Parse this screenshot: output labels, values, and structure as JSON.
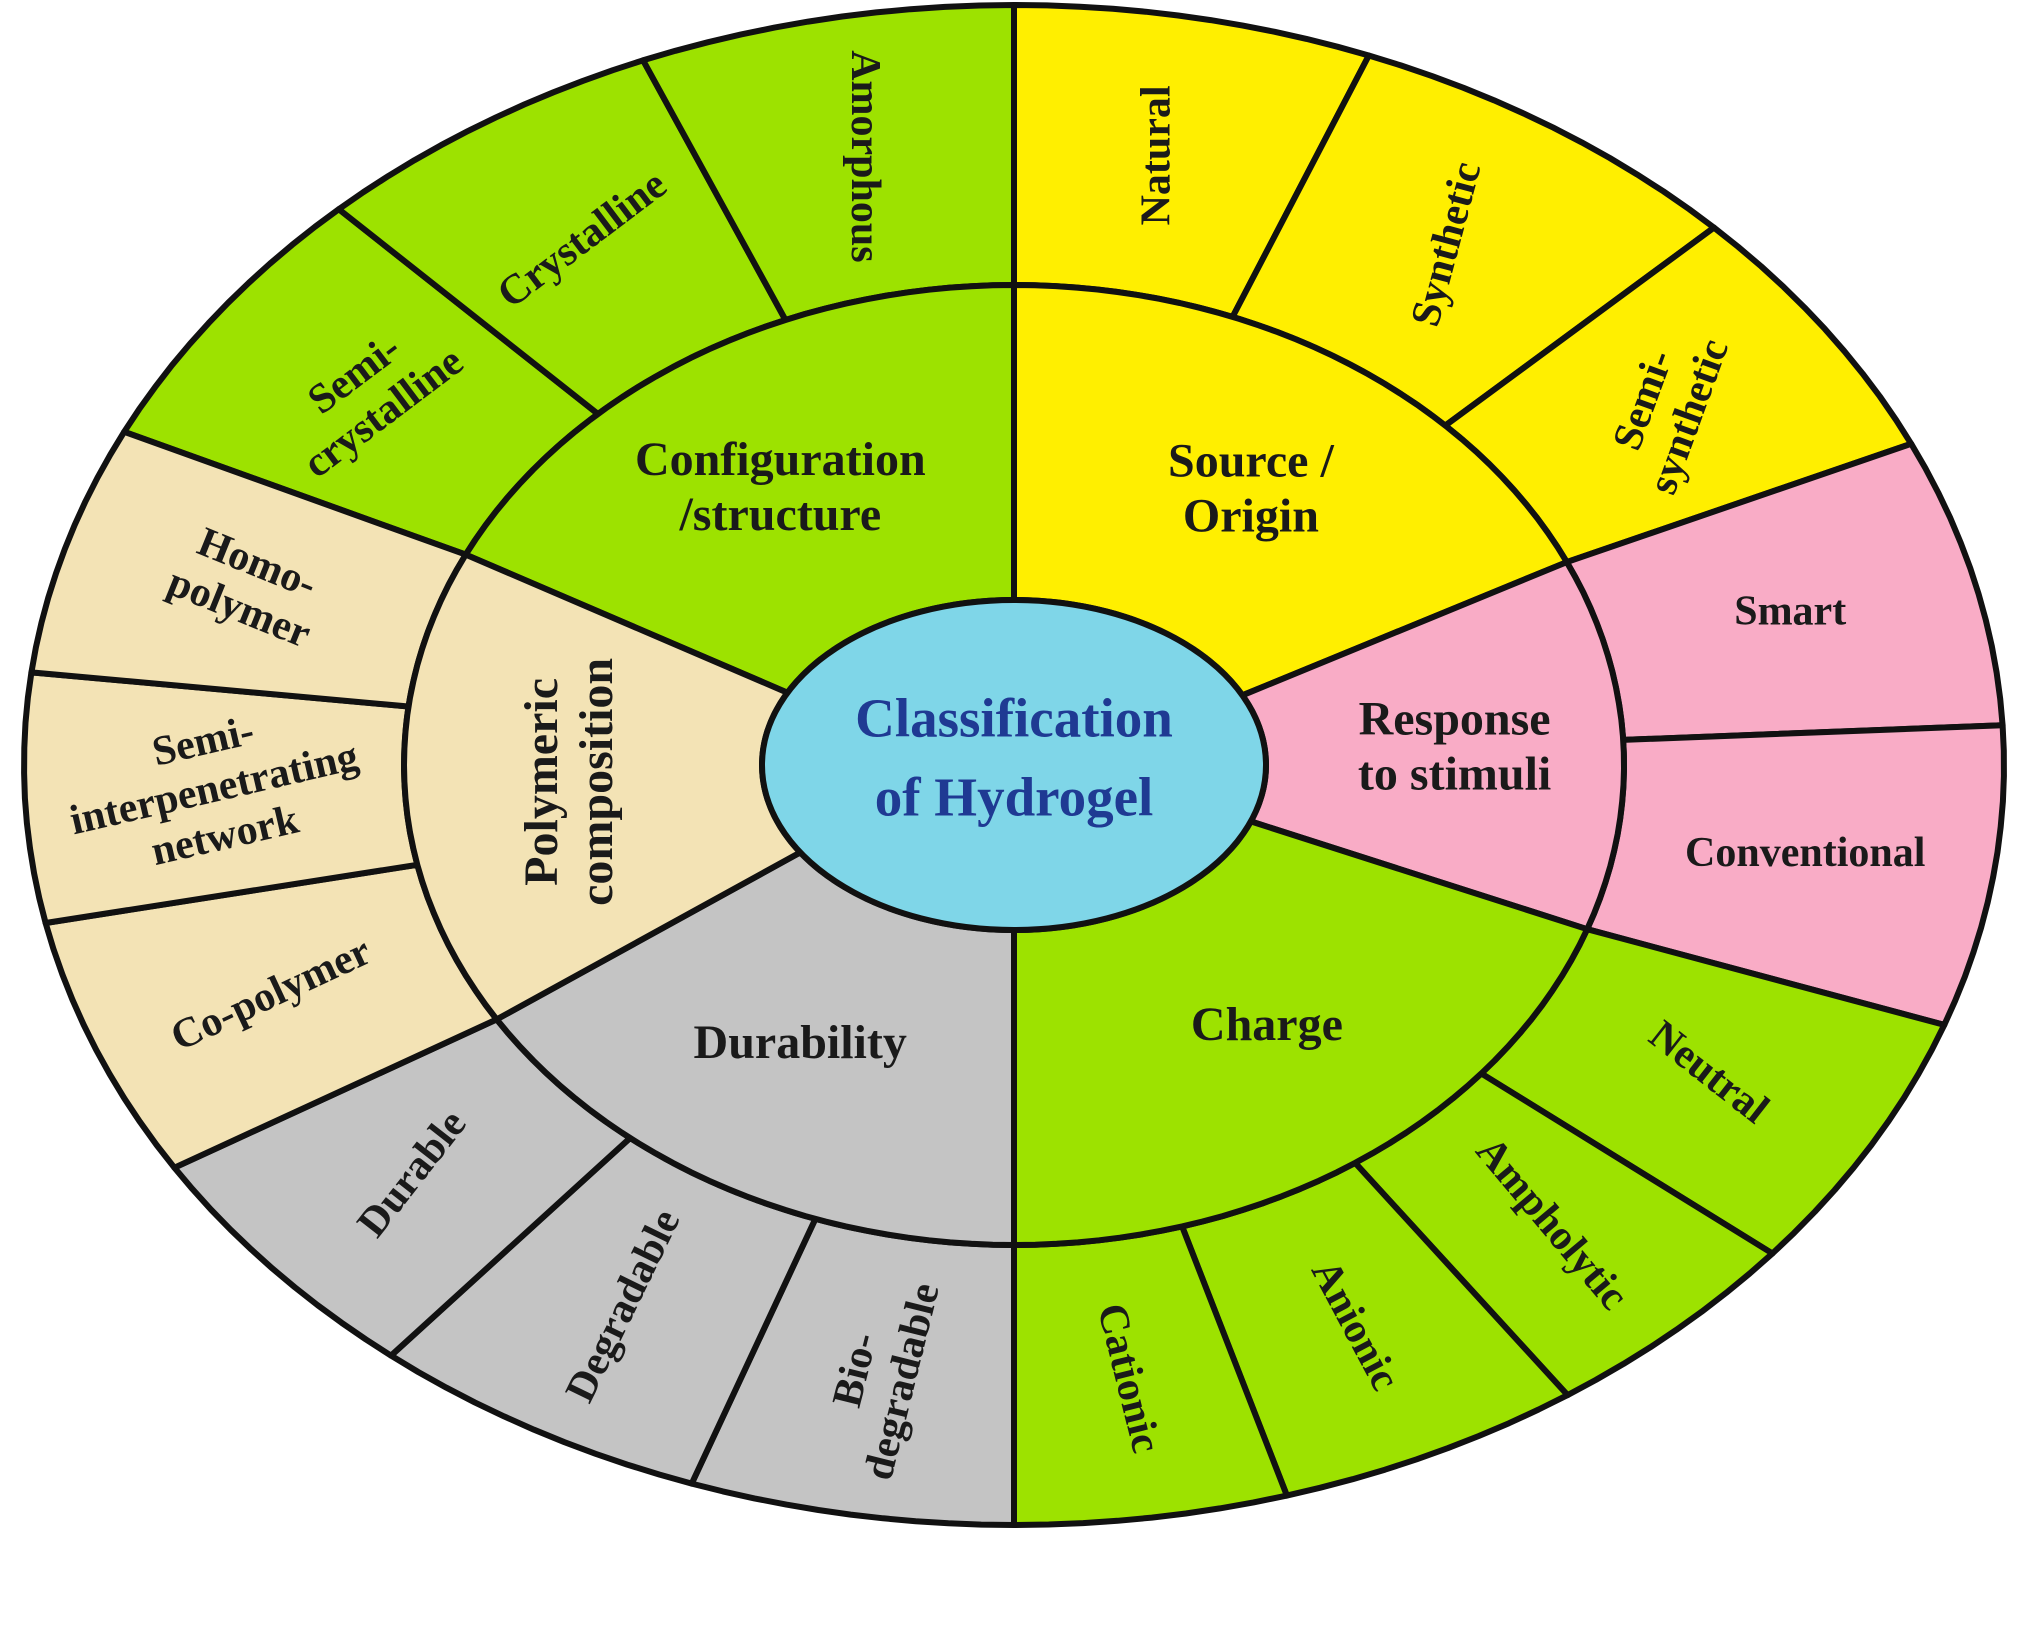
{
  "center": {
    "lines": [
      "Classification",
      "of Hydrogel"
    ],
    "color": "#7fd6e8"
  },
  "categories": [
    {
      "id": "config",
      "label": [
        "Configuration",
        "/structure"
      ],
      "color": "#9de200",
      "items": [
        {
          "label": [
            "Semi-",
            "crystalline"
          ]
        },
        {
          "label": [
            "Crystalline"
          ]
        },
        {
          "label": [
            "Amorphous"
          ]
        }
      ]
    },
    {
      "id": "source",
      "label": [
        "Source /",
        "Origin"
      ],
      "color": "#ffef00",
      "items": [
        {
          "label": [
            "Natural"
          ]
        },
        {
          "label": [
            "Synthetic"
          ]
        },
        {
          "label": [
            "Semi-",
            "synthetic"
          ]
        }
      ]
    },
    {
      "id": "response",
      "label": [
        "Response",
        "to stimuli"
      ],
      "color": "#f9acc6",
      "items": [
        {
          "label": [
            "Smart"
          ]
        },
        {
          "label": [
            "Conventional"
          ]
        }
      ]
    },
    {
      "id": "charge",
      "label": [
        "Charge"
      ],
      "color": "#9de200",
      "items": [
        {
          "label": [
            "Neutral"
          ]
        },
        {
          "label": [
            "Ampholytic"
          ]
        },
        {
          "label": [
            "Anionic"
          ]
        },
        {
          "label": [
            "Cationic"
          ]
        }
      ]
    },
    {
      "id": "durability",
      "label": [
        "Durability"
      ],
      "color": "#c4c4c4",
      "items": [
        {
          "label": [
            "Bio-",
            "degradable"
          ]
        },
        {
          "label": [
            "Degradable"
          ]
        },
        {
          "label": [
            "Durable"
          ]
        }
      ]
    },
    {
      "id": "polymeric",
      "label": [
        "Polymeric",
        "composition"
      ],
      "color": "#f3e3b5",
      "items": [
        {
          "label": [
            "Co-polymer"
          ]
        },
        {
          "label": [
            "Semi-",
            "interpenetrating",
            "network"
          ]
        },
        {
          "label": [
            "Homo-",
            "polymer"
          ]
        }
      ]
    }
  ]
}
